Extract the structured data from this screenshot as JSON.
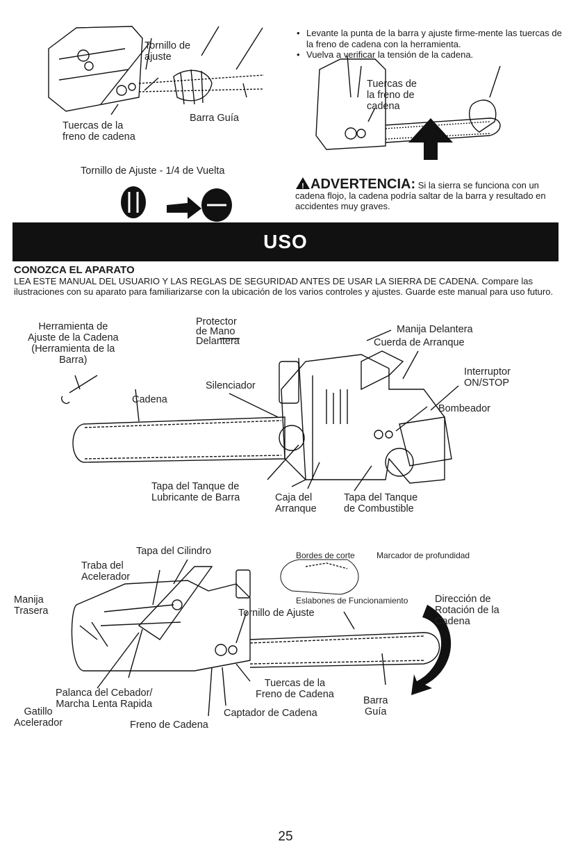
{
  "top_left": {
    "label_screw": "Tornillo de\najuste",
    "label_nuts": "Tuercas de la\nfreno de cadena",
    "label_bar": "Barra Guía",
    "label_turn": "Tornillo de Ajuste - 1/4 de Vuelta"
  },
  "top_right": {
    "bullets": [
      "Levante la punta de la barra y ajuste firme-mente las tuercas de la freno de cadena con la herramienta.",
      "Vuelva a verificar la tensión de la cadena."
    ],
    "label_nuts": "Tuercas de\nla freno de\ncadena"
  },
  "warning": {
    "title": "ADVERTENCIA:",
    "text": "Si la sierra se funciona con un cadena flojo, la cadena podría saltar de la barra y resultado en accidentes muy graves."
  },
  "banner": "USO",
  "section_heading": "CONOZCA EL APARATO",
  "intro": "LEA ESTE MANUAL DEL USUARIO Y LAS REGLAS DE SEGURIDAD ANTES DE USAR LA SIERRA DE CADENA. Compare las ilustraciones con su aparato para familiarizarse con la ubicación de los varios controles y ajustes. Guarde este manual para uso futuro.",
  "diagram1": {
    "tool": "Herramienta de\nAjuste de la Cadena\n(Herramienta de la\nBarra)",
    "guard": "Protector\nde Mano\nDelantera",
    "front_handle": "Manija Delantera",
    "starter_rope": "Cuerda de Arranque",
    "switch": "Interruptor\nON/STOP",
    "muffler": "Silenciador",
    "chain": "Cadena",
    "primer": "Bombeador",
    "oil_cap": "Tapa del Tanque de\nLubricante de Barra",
    "starter_housing": "Caja del\nArranque",
    "fuel_cap": "Tapa del Tanque\nde Combustible"
  },
  "diagram2": {
    "cylinder_cover": "Tapa del Cilindro",
    "throttle_lock": "Traba del\nAcelerador",
    "rear_handle": "Manija\nTrasera",
    "cutting_edges": "Bordes de corte",
    "depth_gauge": "Marcador de profundidad",
    "drive_links": "Eslabones de Funcionamiento",
    "rotation": "Dirección de\nRotación de la\nCadena",
    "adjust_screw": "Tornillo de Ajuste",
    "choke": "Palanca del Cebador/\nMarcha Lenta Rapida",
    "nuts": "Tuercas de la\nFreno de Cadena",
    "bar": "Barra\nGuía",
    "trigger": "Gatillo\nAcelerador",
    "brake": "Freno de Cadena",
    "catcher": "Captador de Cadena"
  },
  "page_number": "25"
}
